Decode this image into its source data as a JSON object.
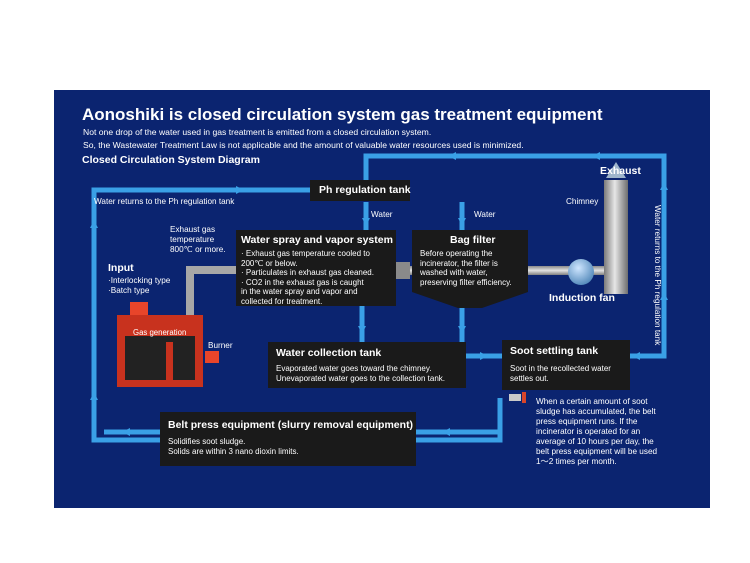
{
  "header": {
    "title": "Aonoshiki is closed circulation system gas treatment equipment",
    "line1": "Not one drop of the water used in gas treatment is emitted from a closed circulation system.",
    "line2": "So, the Wastewater Treatment Law is not applicable and the amount of valuable water resources used is minimized.",
    "diagram_title": "Closed Circulation System Diagram"
  },
  "labels": {
    "water_returns_left": "Water returns to the Ph regulation tank",
    "water_returns_right": "Water returns to the Ph regulation tank",
    "water_1": "Water",
    "water_2": "Water",
    "chimney": "Chimney",
    "exhaust": "Exhaust",
    "induction_fan": "Induction fan",
    "exhaust_gas_1": "Exhaust gas",
    "exhaust_gas_2": "temperature",
    "exhaust_gas_3": "800℃ or more.",
    "input_title": "Input",
    "input_1": "·Interlocking type",
    "input_2": "·Batch type",
    "gas_generation": "Gas generation",
    "burner": "Burner"
  },
  "boxes": {
    "ph_tank": {
      "title": "Ph regulation tank"
    },
    "water_spray": {
      "title": "Water spray and vapor system",
      "lines": [
        "· Exhaust gas temperature cooled to",
        "  200℃ or below.",
        "· Particulates in exhaust gas cleaned.",
        "· CO2 in the exhaust gas is caught",
        "  in the water spray and vapor and",
        "  collected for treatment."
      ]
    },
    "bag_filter": {
      "title": "Bag filter",
      "lines": [
        "Before operating the",
        "incinerator, the filter is",
        "washed with water,",
        "preserving filter efficiency."
      ]
    },
    "water_collection": {
      "title": "Water collection tank",
      "lines": [
        "Evaporated water goes toward the chimney.",
        "Unevaporated water goes to the collection tank."
      ]
    },
    "soot_settling": {
      "title": "Soot settling tank",
      "lines": [
        "Soot in the recollected water",
        "settles out."
      ]
    },
    "belt_press": {
      "title": "Belt press equipment (slurry removal equipment)",
      "lines": [
        "Solidifies soot sludge.",
        "Solids are within 3 nano dioxin limits."
      ]
    }
  },
  "note": {
    "lines": [
      "When a certain amount of soot",
      "sludge has accumulated, the belt",
      "press equipment runs. If the",
      "incinerator is operated for an",
      "average of 10 hours per day, the",
      "belt press equipment will be used",
      "1～2 times per month."
    ]
  },
  "colors": {
    "panel": "#0b2470",
    "pipe_blue": "#3aa0e6",
    "box": "#1a1a1a",
    "gas_generator": "#c8321e",
    "burner": "#e8452a",
    "gas_pipe": "#b4b4b4"
  }
}
